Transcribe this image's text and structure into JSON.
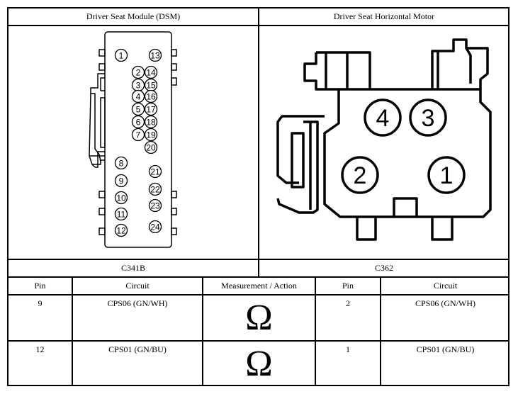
{
  "headers": {
    "left_title": "Driver Seat Module (DSM)",
    "right_title": "Driver Seat Horizontal Motor",
    "left_connector": "C341B",
    "right_connector": "C362"
  },
  "table": {
    "columns": [
      "Pin",
      "Circuit",
      "Measurement / Action",
      "Pin",
      "Circuit"
    ],
    "rows": [
      {
        "pin_a": "9",
        "circuit_a": "CPS06 (GN/WH)",
        "measurement_symbol": "Ω",
        "pin_b": "2",
        "circuit_b": "CPS06 (GN/WH)"
      },
      {
        "pin_a": "12",
        "circuit_a": "CPS01 (GN/BU)",
        "measurement_symbol": "Ω",
        "pin_b": "1",
        "circuit_b": "CPS01 (GN/BU)"
      }
    ]
  },
  "connector_left_pins": [
    "1",
    "2",
    "3",
    "4",
    "5",
    "6",
    "7",
    "8",
    "9",
    "10",
    "11",
    "12",
    "13",
    "14",
    "15",
    "16",
    "17",
    "18",
    "19",
    "20",
    "21",
    "22",
    "23",
    "24"
  ],
  "connector_right_pins": [
    "1",
    "2",
    "3",
    "4"
  ]
}
